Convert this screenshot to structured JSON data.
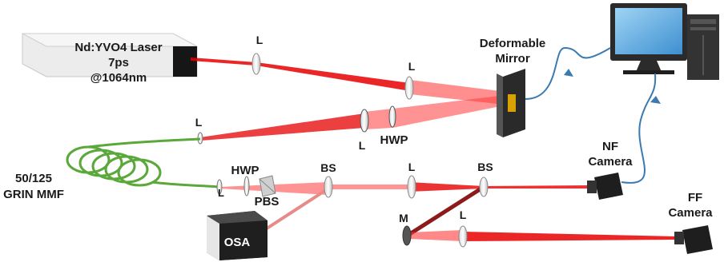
{
  "labels": {
    "laser_line1": "Nd:YVO4 Laser",
    "laser_line2": "7ps",
    "laser_line3": "@1064nm",
    "dm_line1": "Deformable",
    "dm_line2": "Mirror",
    "lens": "L",
    "hwp": "HWP",
    "pbs": "PBS",
    "bs": "BS",
    "mirror": "M",
    "fiber_line1": "50/125",
    "fiber_line2": "GRIN MMF",
    "nf_line1": "NF",
    "nf_line2": "Camera",
    "ff_line1": "FF",
    "ff_line2": "Camera",
    "osa": "OSA"
  },
  "colors": {
    "beam_red": "#e60000",
    "fiber_green": "#5aa83a",
    "cable_blue": "#3b7ab0",
    "box_dark": "#222222",
    "laser_body": "#ececec"
  },
  "icons": [
    "laser-icon",
    "deformable-mirror-icon",
    "computer-icon",
    "camera-icon",
    "osa-icon",
    "fiber-coil-icon"
  ]
}
